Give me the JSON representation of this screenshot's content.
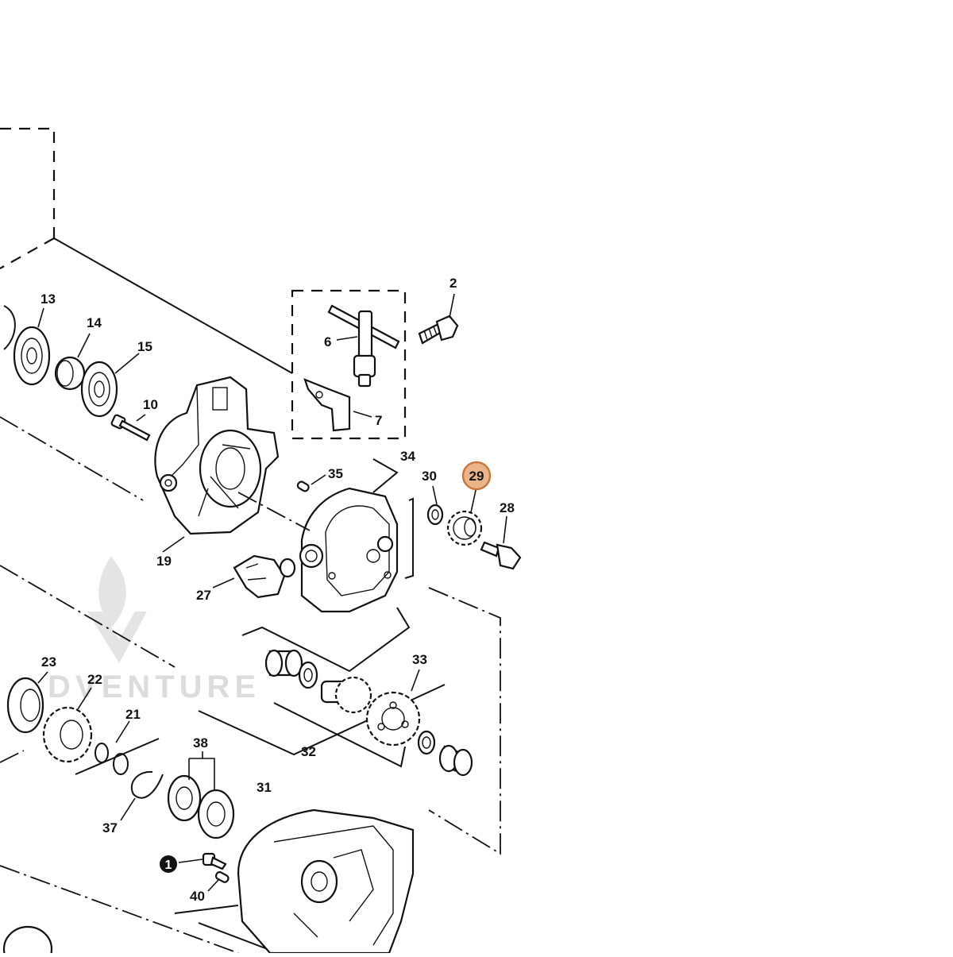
{
  "diagram": {
    "labels": [
      {
        "id": "1",
        "style": "filled-circle"
      },
      {
        "id": "2",
        "style": "plain"
      },
      {
        "id": "6",
        "style": "plain"
      },
      {
        "id": "7",
        "style": "plain"
      },
      {
        "id": "10",
        "style": "plain"
      },
      {
        "id": "13",
        "style": "plain"
      },
      {
        "id": "14",
        "style": "plain"
      },
      {
        "id": "15",
        "style": "plain"
      },
      {
        "id": "19",
        "style": "plain"
      },
      {
        "id": "21",
        "style": "plain"
      },
      {
        "id": "22",
        "style": "plain"
      },
      {
        "id": "23",
        "style": "plain"
      },
      {
        "id": "27",
        "style": "plain"
      },
      {
        "id": "28",
        "style": "plain"
      },
      {
        "id": "29",
        "style": "highlighted"
      },
      {
        "id": "30",
        "style": "plain"
      },
      {
        "id": "31",
        "style": "plain"
      },
      {
        "id": "32",
        "style": "plain"
      },
      {
        "id": "33",
        "style": "plain"
      },
      {
        "id": "34",
        "style": "plain"
      },
      {
        "id": "35",
        "style": "plain"
      },
      {
        "id": "37",
        "style": "plain"
      },
      {
        "id": "38",
        "style": "plain"
      },
      {
        "id": "40",
        "style": "plain"
      }
    ],
    "highlight_color": "#e9b48a",
    "highlight_border": "#c8783c",
    "watermark": "DVENTURE"
  }
}
